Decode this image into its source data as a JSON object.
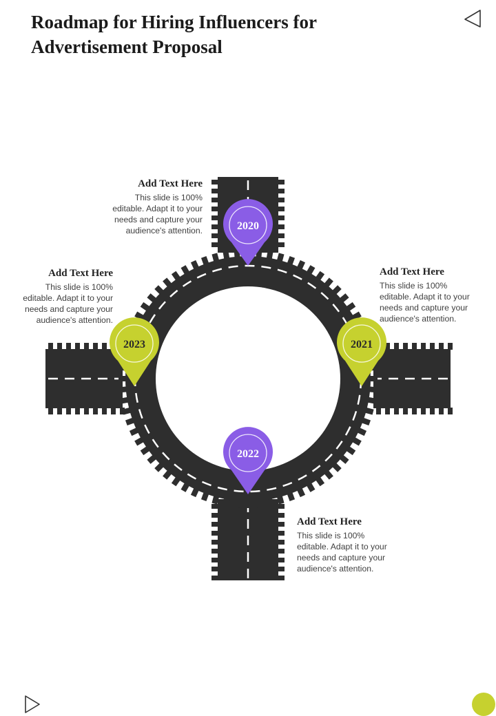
{
  "slide": {
    "title_line1": "Roadmap for Hiring Influencers for",
    "title_line2": "Advertisement Proposal"
  },
  "colors": {
    "road": "#2e2e2e",
    "dash": "#ffffff",
    "purple": "#8a5de6",
    "lime": "#c6d12f"
  },
  "icons": {
    "prev": "triangle-left-outline-icon",
    "next": "triangle-right-outline-icon",
    "corner": "lime-dot"
  },
  "milestones": [
    {
      "year": "2020",
      "color": "purple",
      "heading": "Add Text Here",
      "lines": [
        "This slide is 100%",
        "editable. Adapt it to your",
        "needs and capture your",
        "audience's attention."
      ]
    },
    {
      "year": "2021",
      "color": "lime",
      "heading": "Add Text Here",
      "lines": [
        "This slide is 100%",
        "editable. Adapt it to your",
        "needs and capture your",
        "audience's attention."
      ]
    },
    {
      "year": "2022",
      "color": "purple",
      "heading": "Add Text Here",
      "lines": [
        "This slide is 100%",
        "editable. Adapt it to your",
        "needs and capture your",
        "audience's attention."
      ]
    },
    {
      "year": "2023",
      "color": "lime",
      "heading": "Add Text Here",
      "lines": [
        "This slide is 100%",
        "editable. Adapt it to your",
        "needs and capture your",
        "audience's attention."
      ]
    }
  ]
}
